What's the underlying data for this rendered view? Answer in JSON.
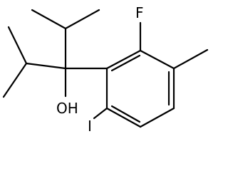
{
  "structure": {
    "atom_labels": {
      "fluorine": "F",
      "hydroxyl": "OH",
      "iodine": "I"
    },
    "colors": {
      "background": "#ffffff",
      "ink": "#000000"
    }
  }
}
